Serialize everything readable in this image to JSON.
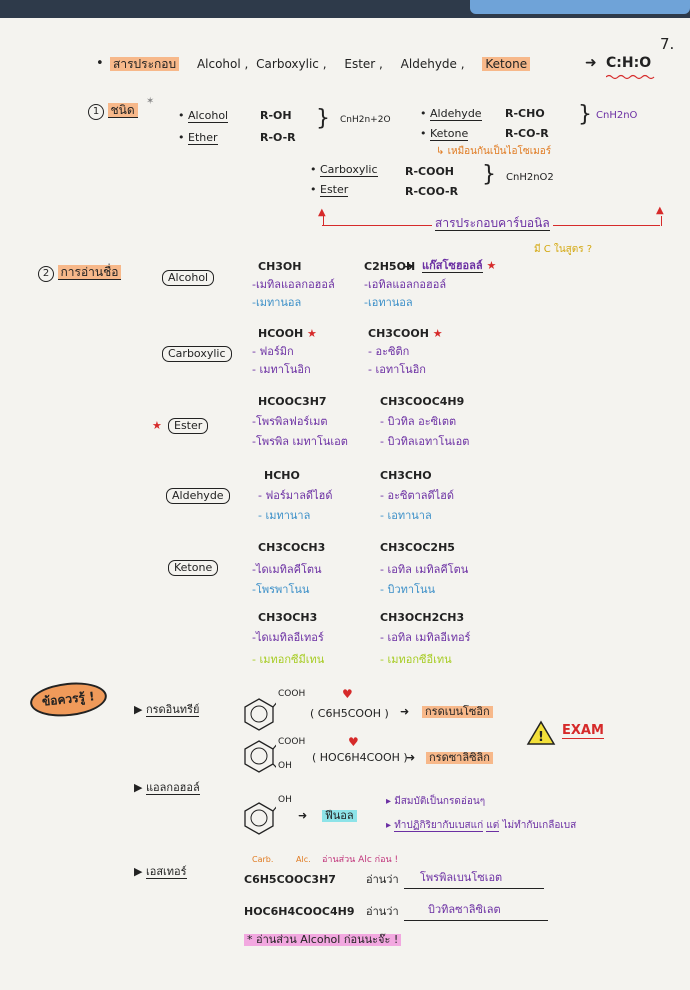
{
  "page_number": "7.",
  "title": {
    "prefix": "สารประกอบ",
    "items": [
      "Alcohol ,",
      "Carboxylic ,",
      "Ester ,",
      "Aldehyde ,",
      "Ketone"
    ],
    "ratio": "C:H:O"
  },
  "section1": {
    "number": "1",
    "label": "ชนิด",
    "rows": [
      {
        "name": "Alcohol",
        "formula": "R-OH"
      },
      {
        "name": "Ether",
        "formula": "R-O-R"
      },
      {
        "name": "Aldehyde",
        "formula": "R-CHO"
      },
      {
        "name": "Ketone",
        "formula": "R-CO-R"
      },
      {
        "name": "Carboxylic",
        "formula": "R-COOH"
      },
      {
        "name": "Ester",
        "formula": "R-COO-R"
      }
    ],
    "general_1": "CnH2n+2O",
    "general_2": "CnH2nO",
    "general_3": "CnH2nO2",
    "isomer_note": "เหมือนกันเป็นไอโซเมอร์",
    "carbonyl_label": "สารประกอบคาร์บอนิล",
    "carbonyl_note": "มี C ในสูตร ?"
  },
  "section2": {
    "number": "2",
    "label": "การอ่านชื่อ",
    "groups": [
      {
        "box": "Alcohol",
        "left_formula": "CH3OH",
        "left_name1": "-เมทิลแอลกอฮอล์",
        "left_name2": "-เมทานอล",
        "right_formula": "C2H5OH",
        "right_tag": "แก๊สโซฮอลล์",
        "right_name1": "-เอทิลแอลกอฮอล์",
        "right_name2": "-เอทานอล"
      },
      {
        "box": "Carboxylic",
        "left_formula": "HCOOH",
        "left_name1": "- ฟอร์มิก",
        "left_name2": "- เมทาโนอิก",
        "right_formula": "CH3COOH",
        "right_name1": "- อะซิติก",
        "right_name2": "- เอทาโนอิก"
      },
      {
        "box": "Ester",
        "left_formula": "HCOOC3H7",
        "left_name1": "-โพรพิลฟอร์เมต",
        "left_name2": "-โพรพิล เมทาโนเอต",
        "right_formula": "CH3COOC4H9",
        "right_name1": "- บิวทิล อะซิเตต",
        "right_name2": "- บิวทิลเอทาโนเอต"
      },
      {
        "box": "Aldehyde",
        "left_formula": "HCHO",
        "left_name1": "- ฟอร์มาลดีไฮด์",
        "left_name2": "- เมทานาล",
        "right_formula": "CH3CHO",
        "right_name1": "- อะซิตาลดีไฮด์",
        "right_name2": "- เอทานาล"
      },
      {
        "box": "Ketone",
        "left_formula": "CH3COCH3",
        "left_name1": "-ไดเมทิลคีโตน",
        "left_name2": "-โพรพาโนน",
        "right_formula": "CH3COC2H5",
        "right_name1": "- เอทิล เมทิลคีโตน",
        "right_name2": "- บิวทาโนน"
      },
      {
        "box": "",
        "left_formula": "CH3OCH3",
        "left_name1": "-ไดเมทิลอีเทอร์",
        "left_name2": "- เมทอกซีมีเทน",
        "right_formula": "CH3OCH2CH3",
        "right_name1": "- เอทิล เมทิลอีเทอร์",
        "right_name2": "- เมทอกซีอีเทน"
      }
    ]
  },
  "section3": {
    "badge": "ข้อควรรู้ !",
    "acid_label": "กรดอินทรีย์",
    "benzoic_sub": "COOH",
    "benzoic_formula": "( C6H5COOH )",
    "benzoic_name": "กรดเบนโซอิก",
    "salicylic_sub1": "COOH",
    "salicylic_sub2": "OH",
    "salicylic_formula": "( HOC6H4COOH )",
    "salicylic_name": "กรดซาลิซิลิก",
    "exam": "EXAM",
    "alcohol_label": "แอลกอฮอล์",
    "phenol_sub": "OH",
    "phenol_name": "ฟีนอล",
    "phenol_note1": "มีสมบัติเป็นกรดอ่อนๆ",
    "phenol_note2a": "ทำปฏิกิริยากับเบสแก่",
    "phenol_note2b": "แต่",
    "phenol_note2c": "ไม่ทำกับเกลือเบส",
    "ester_label": "เอสเทอร์",
    "ester_hint1": "Carb.",
    "ester_hint2": "Alc.",
    "ester_hint3": "อ่านส่วน Alc ก่อน !",
    "ester_f1": "C6H5COOC3H7",
    "read_as": "อ่านว่า",
    "ester_n1": "โพรพิลเบนโซเอต",
    "ester_f2": "HOC6H4COOC4H9",
    "ester_n2": "บิวทิลซาลิซิเลต",
    "footer": "* อ่านส่วน Alcohol ก่อนนะจ๊ะ !"
  }
}
